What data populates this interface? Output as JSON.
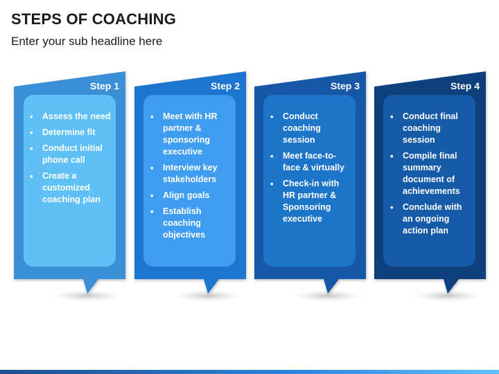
{
  "header": {
    "title": "STEPS OF COACHING",
    "subtitle": "Enter your sub headline here"
  },
  "steps": [
    {
      "label": "Step 1",
      "color": "#3b8fd6",
      "inner_color": "#5ec0f7",
      "items": [
        "Assess the need",
        "Determine fit",
        "Conduct initial phone call",
        "Create a customized coaching plan"
      ]
    },
    {
      "label": "Step 2",
      "color": "#1f74cf",
      "inner_color": "#3e9df0",
      "items": [
        "Meet with HR partner & sponsoring executive",
        "Interview key stakeholders",
        "Align goals",
        "Establish coaching objectives"
      ]
    },
    {
      "label": "Step 3",
      "color": "#1559a6",
      "inner_color": "#1c75c9",
      "items": [
        "Conduct coaching session",
        "Meet face-to-face & virtually",
        "Check-in with HR partner & Sponsoring executive"
      ]
    },
    {
      "label": "Step 4",
      "color": "#0d3f7c",
      "inner_color": "#155ba8",
      "items": [
        "Conduct final coaching session",
        "Compile final summary document of achievements",
        "Conclude with an ongoing action plan"
      ]
    }
  ]
}
